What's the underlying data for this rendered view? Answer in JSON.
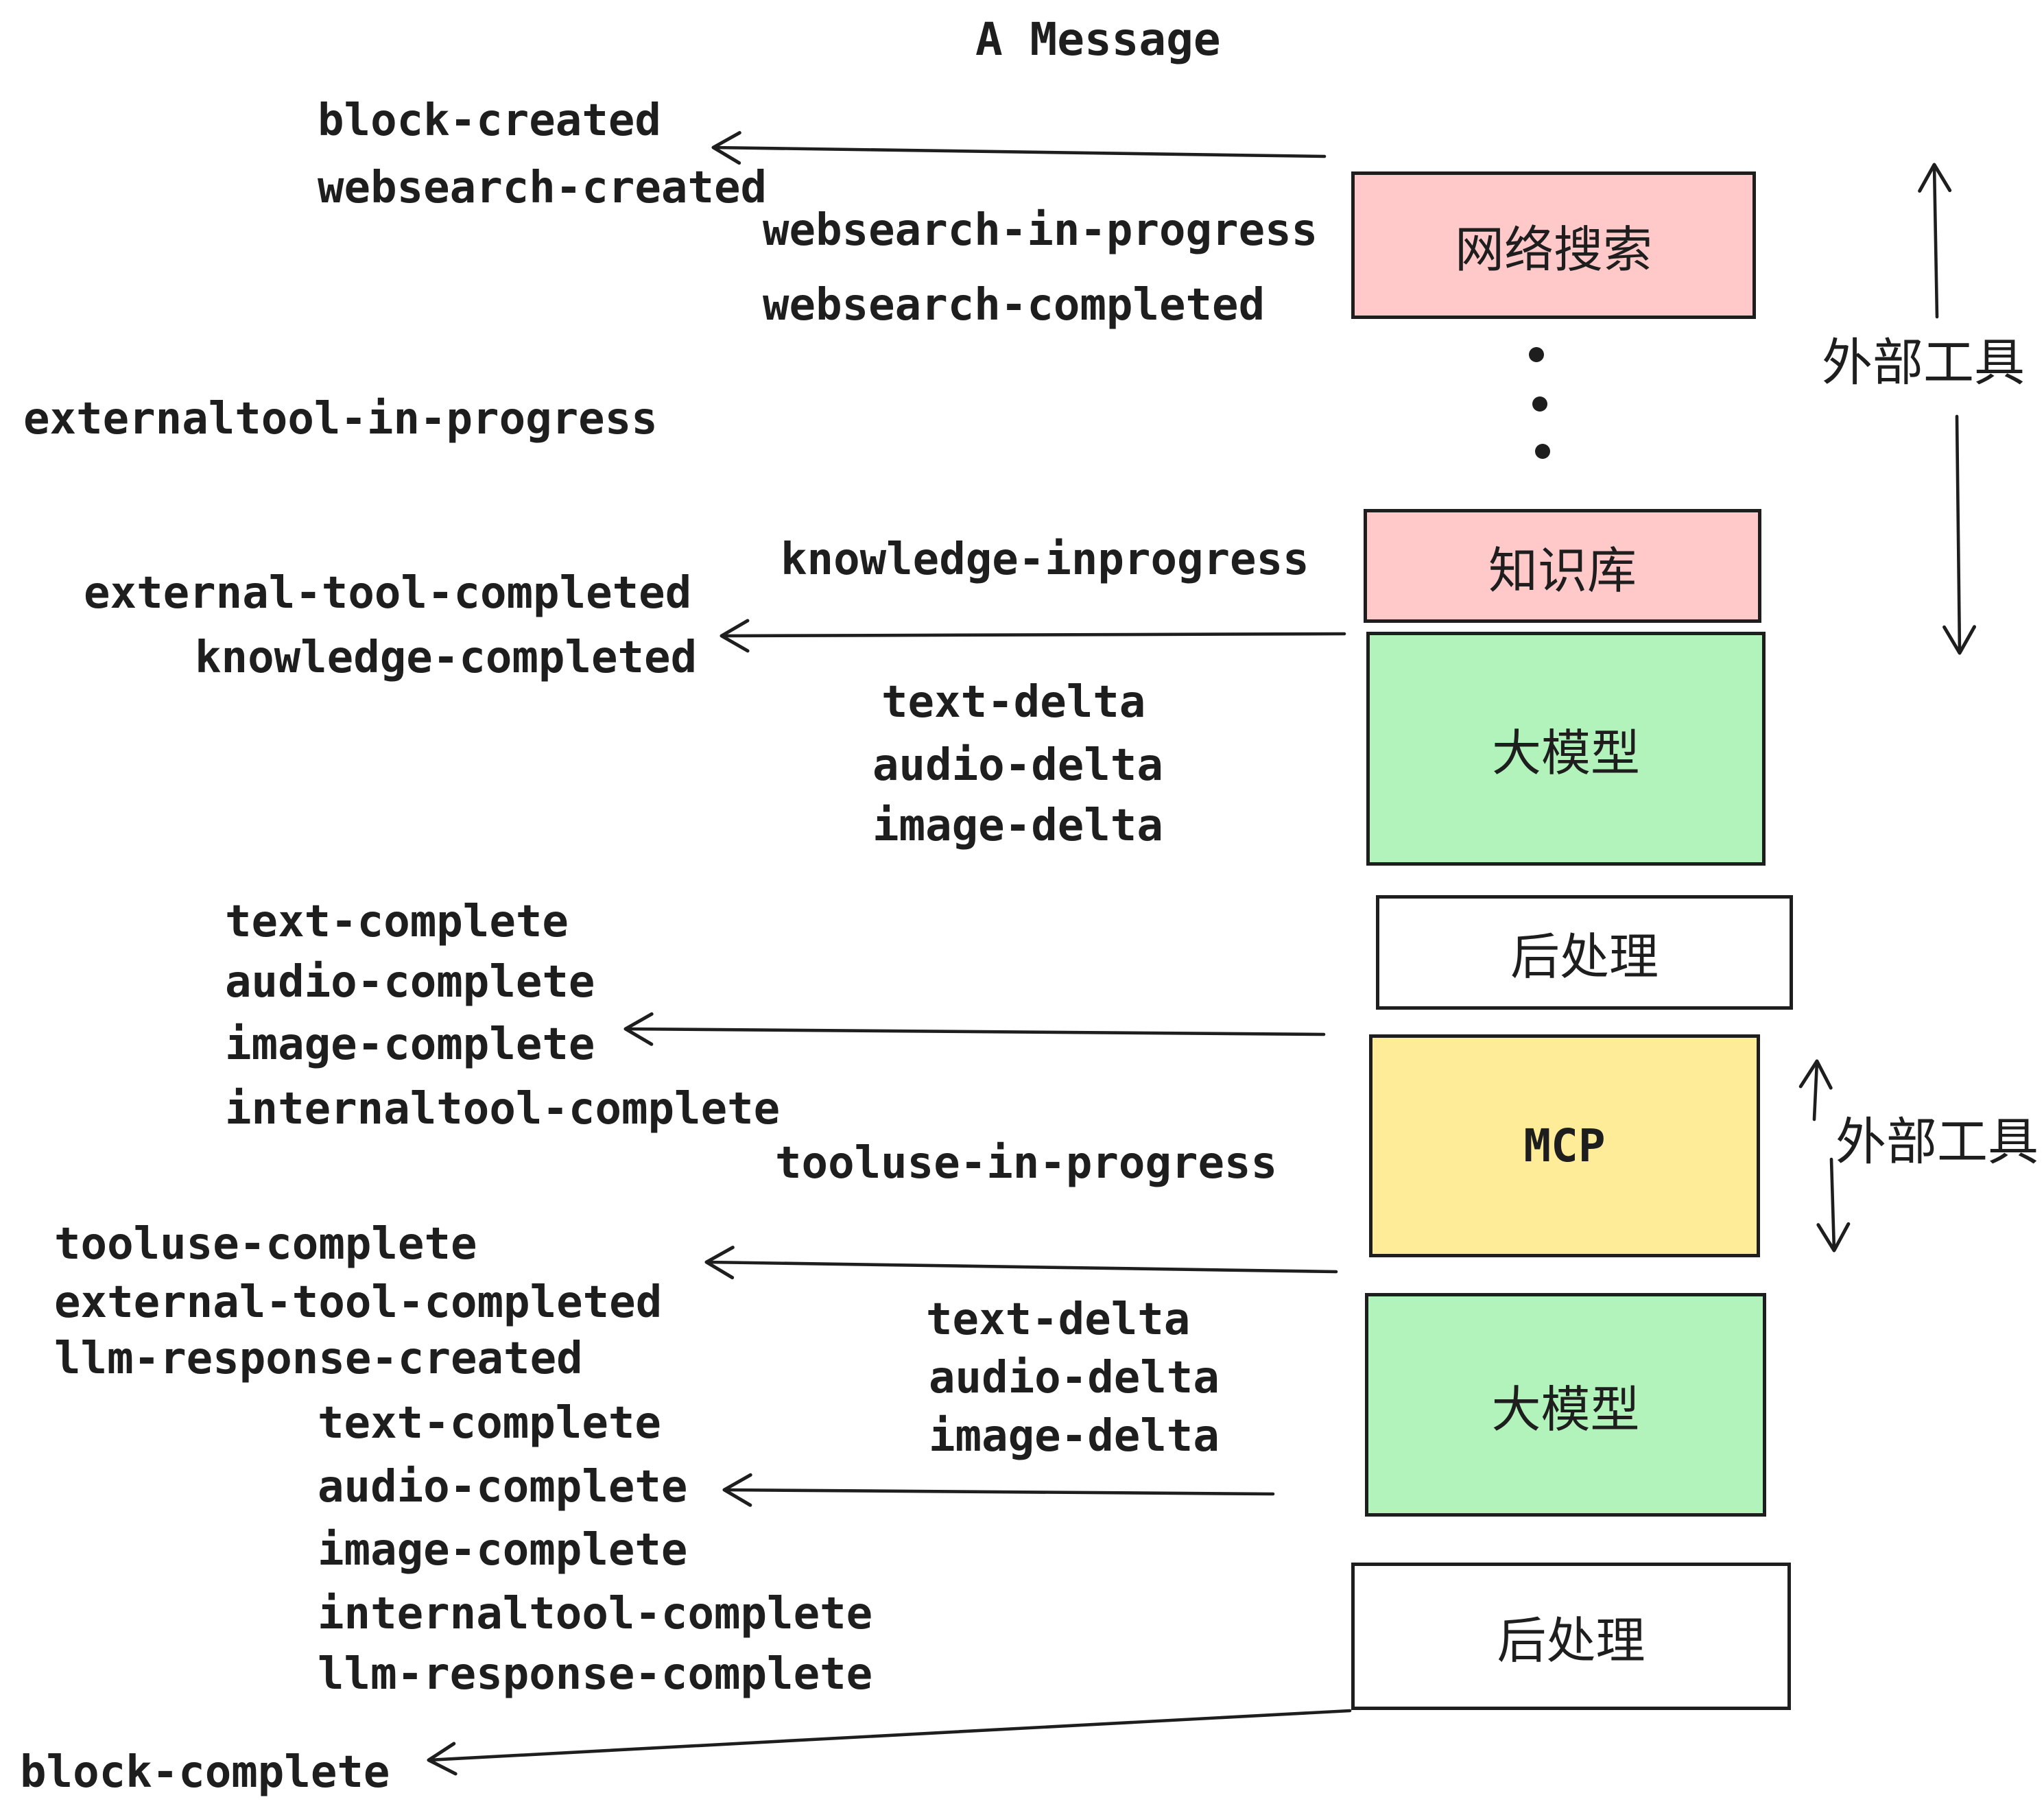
{
  "title": "A Message",
  "nodes": [
    {
      "id": "websearch",
      "label": "网络搜索",
      "fill": "#ffc9c9"
    },
    {
      "id": "knowledge",
      "label": "知识库",
      "fill": "#ffc9c9"
    },
    {
      "id": "llm-1",
      "label": "大模型",
      "fill": "#b2f2bb"
    },
    {
      "id": "post-1",
      "label": "后处理",
      "fill": "#ffffff"
    },
    {
      "id": "mcp",
      "label": "MCP",
      "fill": "#ffec99"
    },
    {
      "id": "llm-2",
      "label": "大模型",
      "fill": "#b2f2bb"
    },
    {
      "id": "post-2",
      "label": "后处理",
      "fill": "#ffffff"
    }
  ],
  "events": [
    "block-created",
    "websearch-created",
    "websearch-in-progress",
    "websearch-completed",
    "externaltool-in-progress",
    "knowledge-inprogress",
    "external-tool-completed",
    "knowledge-completed",
    "text-delta",
    "audio-delta",
    "image-delta",
    "text-complete",
    "audio-complete",
    "image-complete",
    "internaltool-complete",
    "tooluse-in-progress",
    "tooluse-complete",
    "external-tool-completed",
    "llm-response-created",
    "text-complete",
    "audio-complete",
    "image-complete",
    "internaltool-complete",
    "llm-response-complete",
    "block-complete",
    "text-delta",
    "audio-delta",
    "image-delta"
  ],
  "side_labels": {
    "external_tools_top": "外部工具",
    "external_tools_middle": "外部工具"
  },
  "colors": {
    "stroke": "#1e1e1e",
    "pink": "#ffc9c9",
    "green": "#b2f2bb",
    "yellow": "#ffec99",
    "white": "#ffffff"
  }
}
